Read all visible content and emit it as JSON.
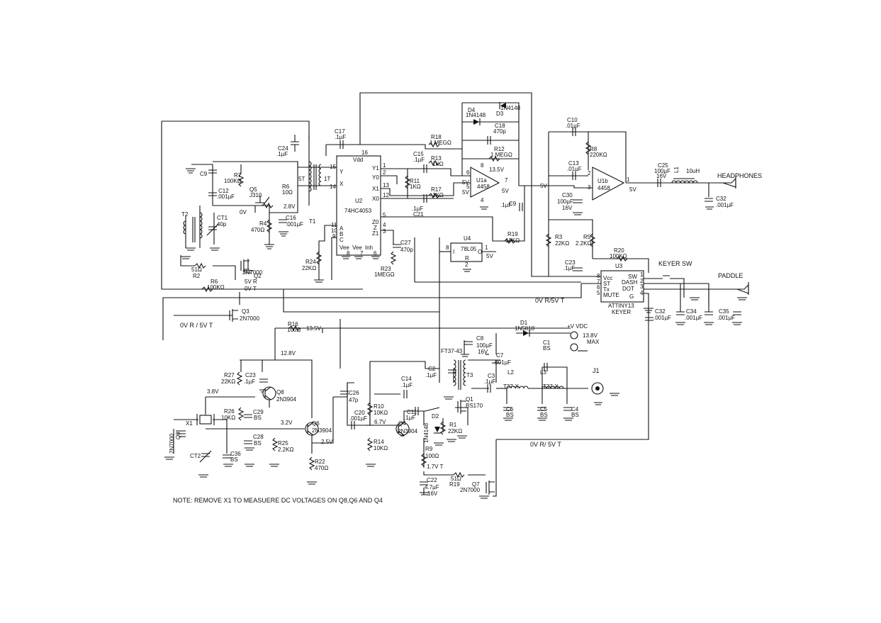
{
  "ics": {
    "u2": {
      "ref": "U2",
      "part": "74HC4053",
      "vdd": "Vdd",
      "vee": "Vee",
      "vee2": "Vee",
      "inh": "Inh",
      "pins_l": [
        "Y",
        "X",
        "A",
        "B",
        "C"
      ],
      "pins_r": [
        "Y1",
        "Y0",
        "X1",
        "X0",
        "Z0",
        "Z",
        "Z1"
      ],
      "nums": [
        "15",
        "14",
        "11",
        "10",
        "9",
        "1",
        "2",
        "13",
        "12",
        "5",
        "4",
        "3",
        "16",
        "8",
        "7",
        "6"
      ]
    },
    "u1a": {
      "ref": "U1a",
      "part": "4458",
      "p6": "6",
      "p5": "5",
      "p7": "7",
      "p4": "4",
      "p8": "8",
      "v": "13.5V"
    },
    "u1b": {
      "ref": "U1b",
      "part": "4458",
      "p2": "2",
      "p3": "3",
      "p1": "1"
    },
    "u3": {
      "ref": "U3",
      "part": "ATTINY13",
      "role": "KEYER",
      "vcc": "Vcc",
      "st": "ST",
      "tx": "Tx",
      "mute": "MUTE",
      "sw": "SW",
      "dash": "DASH",
      "dot": "DOT",
      "g": "G",
      "nums": [
        "8",
        "7",
        "6",
        "5",
        "1",
        "2",
        "3",
        "4"
      ]
    },
    "u4": {
      "ref": "U4",
      "part": "78L05",
      "i": "I",
      "o": "O",
      "r": "R",
      "p8": "8",
      "p1": "1",
      "p2": "2"
    }
  },
  "parts": {
    "c24": "C24",
    ".c24v": ".1µF",
    "c17": "C17",
    "c17v": ".1µF",
    "c9": "C9",
    "r7": "R7",
    "r7v": "100KΩ",
    "c12": "C12",
    "c12v": ".001µF",
    "q5": "Q5",
    "q5p": "J310",
    "r6": "R6",
    "r6v": "10Ω",
    "t1": "T1",
    "st": "5T",
    "t1w": "1T",
    "t2": "T2",
    "ct1": "CT1",
    "ct1v": "40p",
    "r4": "R4",
    "r4v": "470Ω",
    "c16": "C16",
    "c16v": ".001µF",
    "v28": "2.8V",
    "v0": "0V",
    "r24": "R24",
    "r24v": "22KΩ",
    "c15": "C15",
    "c15v": ".1µF",
    "r13": "R13",
    "r13v": "1KΩ",
    "r11": "R11",
    "r11v": "1KΩ",
    "r17": "R17",
    "r17v": "1KΩ",
    "c21": "C21",
    "c21v": ".1µF",
    "r18": "R18",
    "r18v": "1 MEGΩ",
    "d4": "D4",
    "d4p": "1N4148",
    "d3": "D3",
    "d3p": "1N4148",
    "c18": "C18",
    "c18v": "470p",
    "r12": "R12",
    "r12v": "1 MEGΩ",
    "c9b": "C9",
    "c9bv": ".1µF",
    "v5a": "5V",
    "v5b": "5V",
    "v5c": "5V",
    "c27": "C27",
    "c27v": "470p",
    "r23": "R23",
    "r23v": "1MEGΩ",
    "r19": "R19",
    "r19v": "10KΩ",
    "v5d": "5V",
    "c10": "C10",
    "c10v": ".01µF",
    "r8": "R8",
    "r8v": "220KΩ",
    "c13": "C13",
    "c13v": ".01µF",
    "c30": "C30",
    "c30v": "100µF",
    "c30w": "16V",
    "c25": "C25",
    "c25v": "100µF",
    "c25w": "16V",
    "l1": "L1",
    "l1v": "10uH",
    "headphones": "HEADPHONES",
    "c32": "C32",
    "c32v": ".001µF",
    "r3": "R3",
    "r3v": "22KΩ",
    "r5": "R5",
    "r5v": "2.2KΩ",
    "r20": "R20",
    "r20v": "100KΩ",
    "c23": "C23",
    "c23v": ".1µF",
    "keyersw": "KEYER SW",
    "paddle": "PADDLE",
    "c32b": "C32",
    "c32bv": ".001µF",
    "c34": "C34",
    "c34v": ".001µF",
    "c35": "C35",
    "c35v": ".001µF",
    "ovr5vt": "0V R/5V T",
    "v5e": "5V",
    "v5f": "5V",
    "q2": "Q2",
    "q2p": "2N7000",
    "q2s": "5V R",
    "q2t": "0V T",
    "r2": "R2",
    "r2v": "51Ω",
    "r6b": "R6",
    "r6bv": "100KΩ",
    "q3": "Q3",
    "q3p": "2N7000",
    "ovr5vt2": "0V R / 5V T",
    "r16": "R16",
    "r16v": "100Ω",
    "v135": "13.5V",
    "vvdc": "+V VDC",
    "v138": "13.8V",
    "max": "MAX",
    "d1": "D1",
    "d1p": "1N5818",
    "c8": "C8",
    "c8v": "100µF",
    "c8w": "16V",
    "ft": "FT37-43",
    "c1": "C1",
    "c1v": "BS",
    "c7": "C7",
    "c7v": ".001µF",
    "c2": "C2",
    "c2v": ".1µF",
    "t3": "T3",
    "c3": "C3",
    "c3v": ".1µF",
    "l2": "L2",
    "l2v": "T37-X",
    "l3": "L3",
    "l3v": "T37-X",
    "j1": "J1",
    "c6": "C6",
    "c6v": "BS",
    "c5": "C5",
    "c5v": "BS",
    "c4": "C4",
    "c4v": "BS",
    "q1": "Q1",
    "q1p": "BS170",
    "c14": "C14",
    "c14v": ".1µF",
    "c11": "C11",
    "c11v": ".1µF",
    "d2": "D2",
    "d2p": "1N4148",
    "r1": "R1",
    "r1v": "22KΩ",
    "r10": "R10",
    "r10v": "10KΩ",
    "r14": "R14",
    "r14v": "10KΩ",
    "v67": "6.7V",
    "q4": "Q4",
    "q4p": "2N3904",
    "c20": "C20",
    "c20v": ".001µF",
    "c26": "C26",
    "c26v": "47p",
    "r9": "R9",
    "r9v": "100Ω",
    "v17t": "1.7V T",
    "r19b": "R19",
    "r19bv": "51Ω",
    "c22": "C22",
    "c22v": "4.7µF",
    "c22w": "16V",
    "q7": "Q7",
    "q7p": "2N7000",
    "ovr5vt3": "0V R/ 5V T",
    "v128": "12.8V",
    "r27": "R27",
    "r27v": "22KΩ",
    "c23b": "C23",
    "c23bv": ".1µF",
    "v38": "3.8V",
    "q8": "Q8",
    "q8p": "2N3904",
    "r26": "R26",
    "r26v": "10KΩ",
    "c29": "C29",
    "c29v": "BS",
    "c28": "C28",
    "c28v": "BS",
    "v32": "3.2V",
    "q6": "Q6",
    "q6p": "2N3904",
    "r25": "R25",
    "r25v": "2.2KΩ",
    "v25": "2.5V",
    "r22": "R22",
    "r22v": "470Ω",
    "x1": "X1",
    "q9": "Q9",
    "q9p": "2N7000",
    "ct2": "CT2",
    "c36": "C36",
    "c36v": "BS"
  },
  "note": "NOTE: REMOVE X1 TO MEASUERE DC VOLTAGES ON Q8,Q6 AND Q4"
}
